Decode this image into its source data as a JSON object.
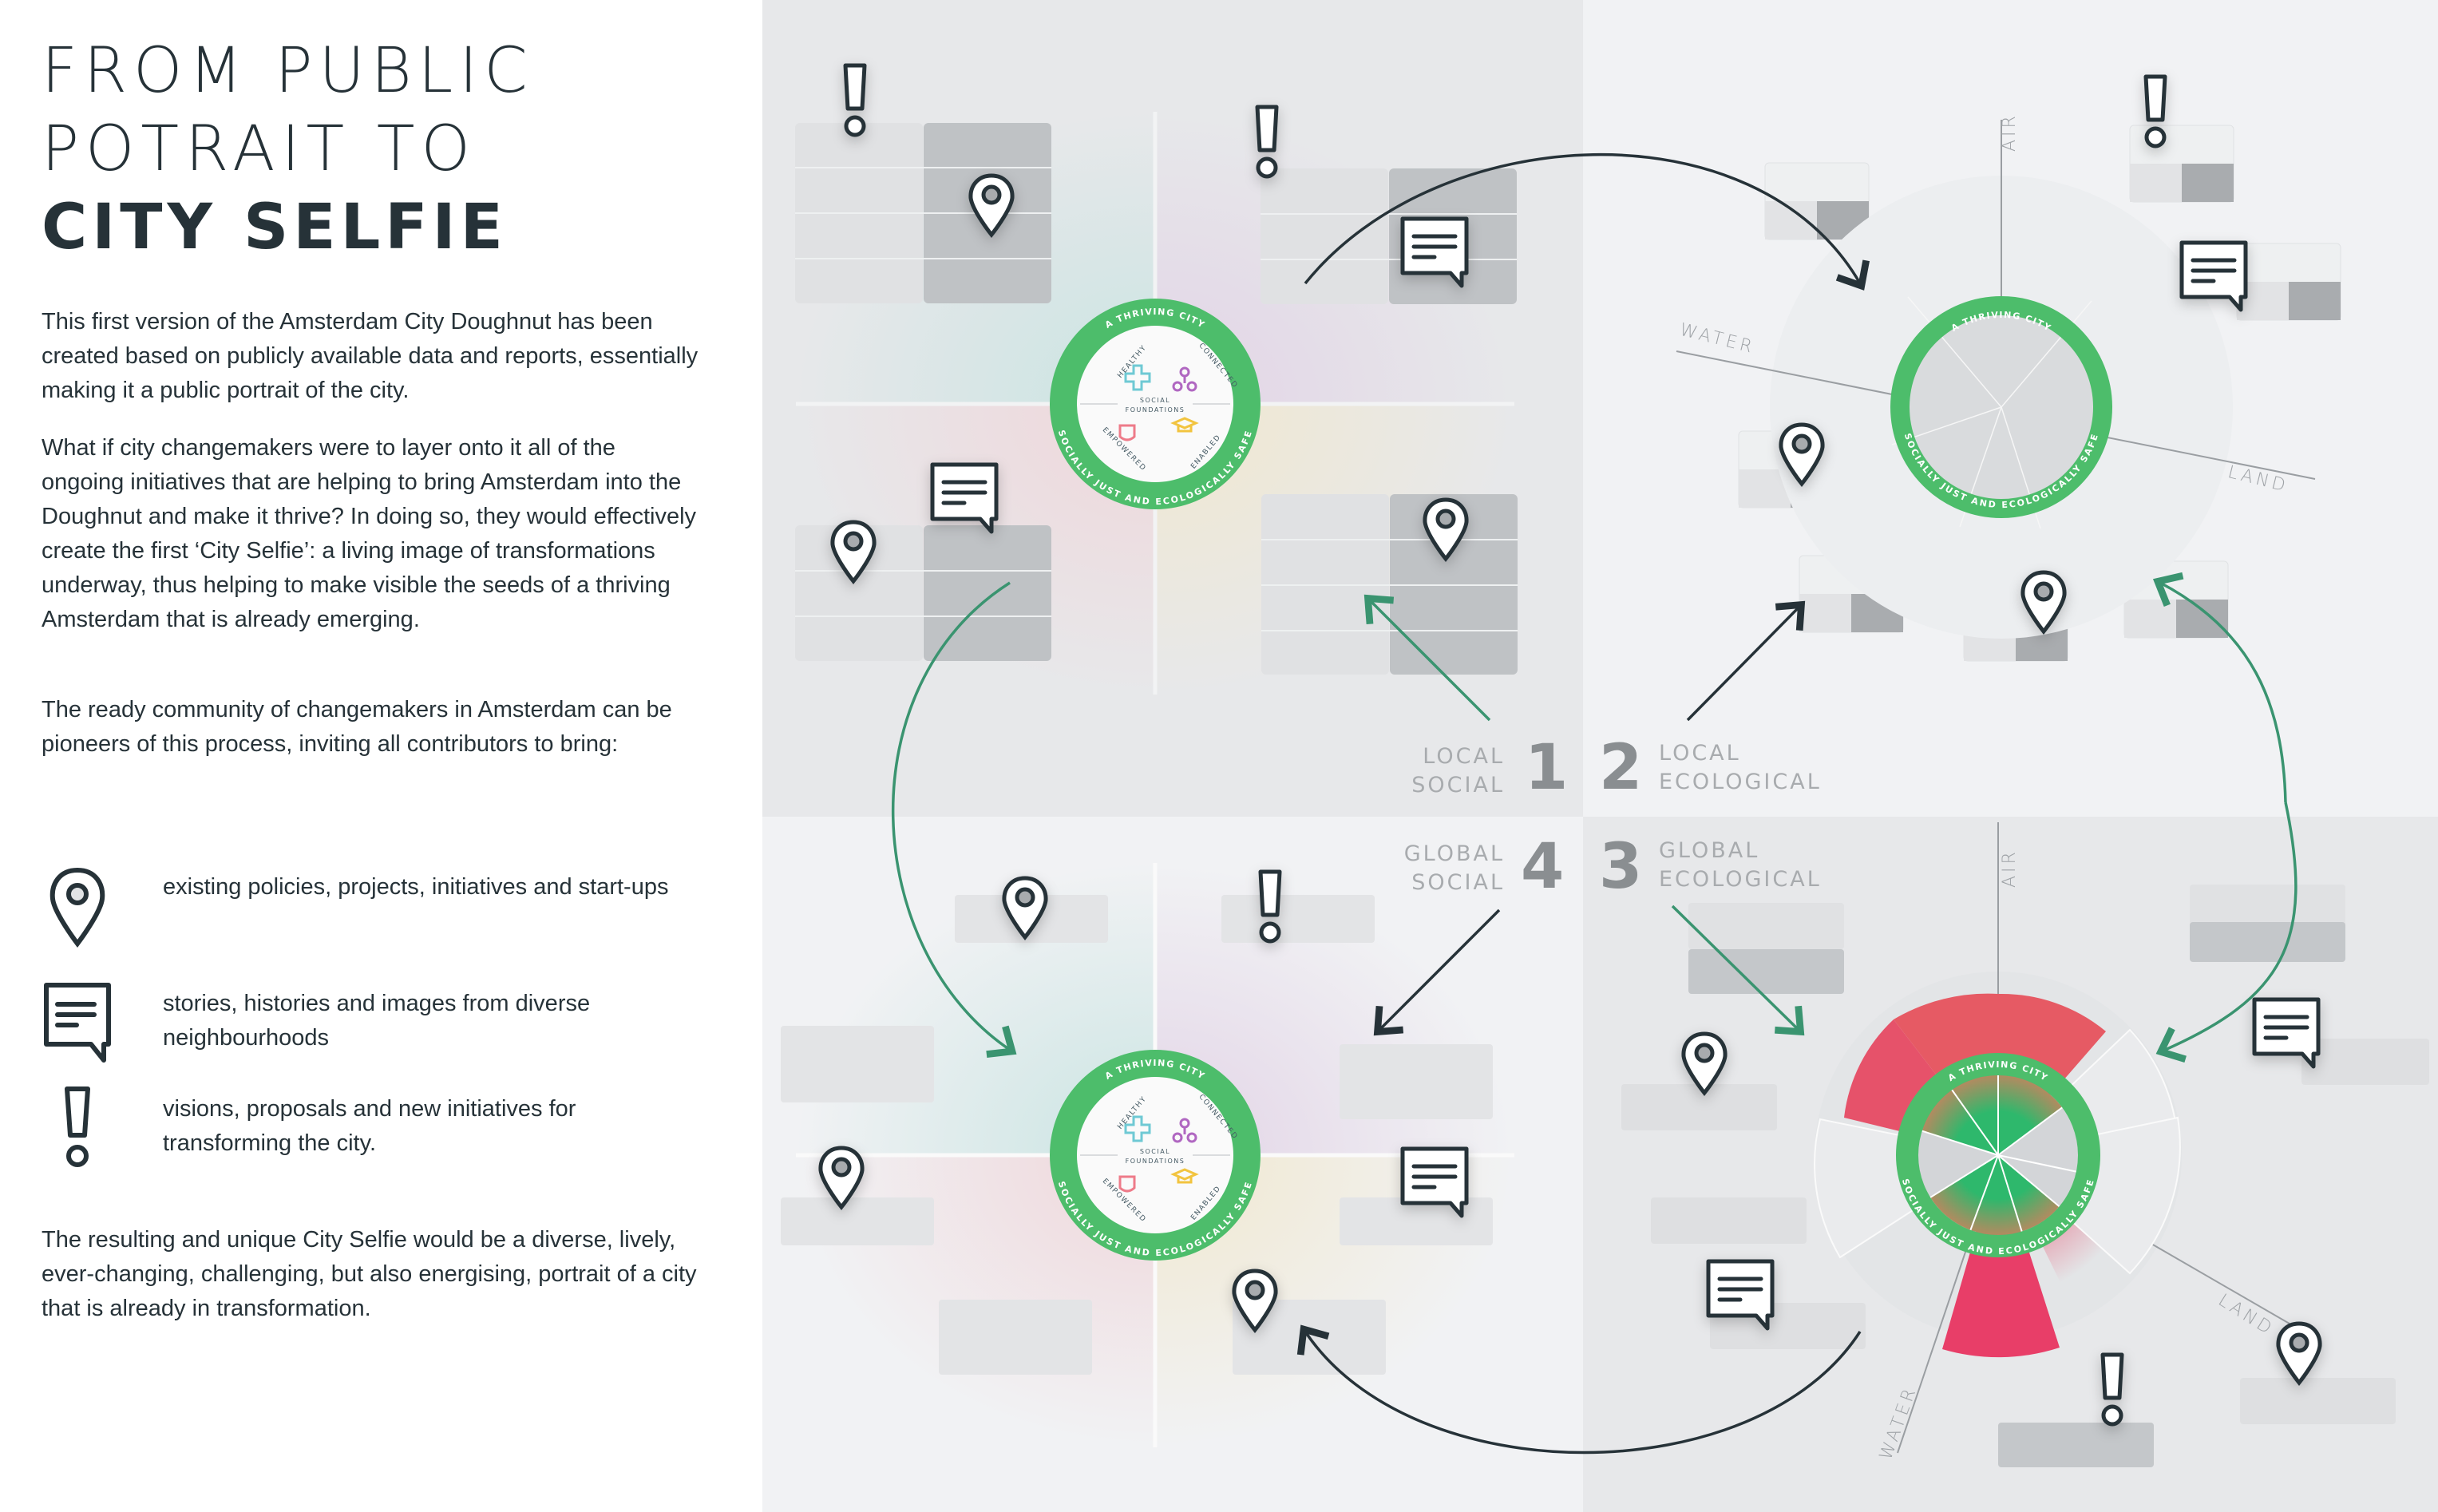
{
  "title": {
    "line1": "FROM PUBLIC",
    "line2": "POTRAIT TO",
    "line3": "CITY SELFIE"
  },
  "paragraphs": [
    "This first version of the Amsterdam City Doughnut has been created based on publicly available data and reports, essentially making it a public portrait of the city.",
    "What if city changemakers were to  layer onto it all of the ongoing initiatives that are helping to bring Amsterdam into the Doughnut and make it thrive? In doing so, they would effectively create the first ‘City Selfie’: a living image of transformations underway, thus helping to make visible the seeds of a thriving Amsterdam that is already emerging.",
    "The ready community of changemakers in Amsterdam can be pioneers of this process, inviting all contributors to bring:"
  ],
  "legend": [
    {
      "icon": "map-pin-icon",
      "text": "existing policies, projects, initiatives and start-ups"
    },
    {
      "icon": "speech-bubble-icon",
      "text": "stories, histories and images from diverse neighbourhoods"
    },
    {
      "icon": "exclamation-icon",
      "text": "visions, proposals and new initiatives for transforming the city."
    }
  ],
  "closing": "The resulting and unique City Selfie would be a diverse, lively, ever-changing, challenging, but also energising, portrait of a city that is already in transformation.",
  "quadrants": [
    {
      "number": "1",
      "line1": "LOCAL",
      "line2": "SOCIAL"
    },
    {
      "number": "2",
      "line1": "LOCAL",
      "line2": "ECOLOGICAL"
    },
    {
      "number": "3",
      "line1": "GLOBAL",
      "line2": "ECOLOGICAL"
    },
    {
      "number": "4",
      "line1": "GLOBAL",
      "line2": "SOCIAL"
    }
  ],
  "doughnut": {
    "outer_top": "A THRIVING CITY",
    "outer_bottom": "SOCIALLY JUST AND ECOLOGICALLY SAFE",
    "center_line1": "SOCIAL",
    "center_line2": "FOUNDATIONS",
    "segments": [
      "HEALTHY",
      "CONNECTED",
      "EMPOWERED",
      "ENABLED"
    ]
  },
  "axes": {
    "air": "AIR",
    "water": "WATER",
    "land": "LAND"
  },
  "colors": {
    "green": "#4dbd6b",
    "arrow_green": "#3a9470",
    "dark": "#263238",
    "overshoot_red": "#e83e68",
    "card_light": "#e0e1e3",
    "card_dark": "#bfc2c5"
  }
}
